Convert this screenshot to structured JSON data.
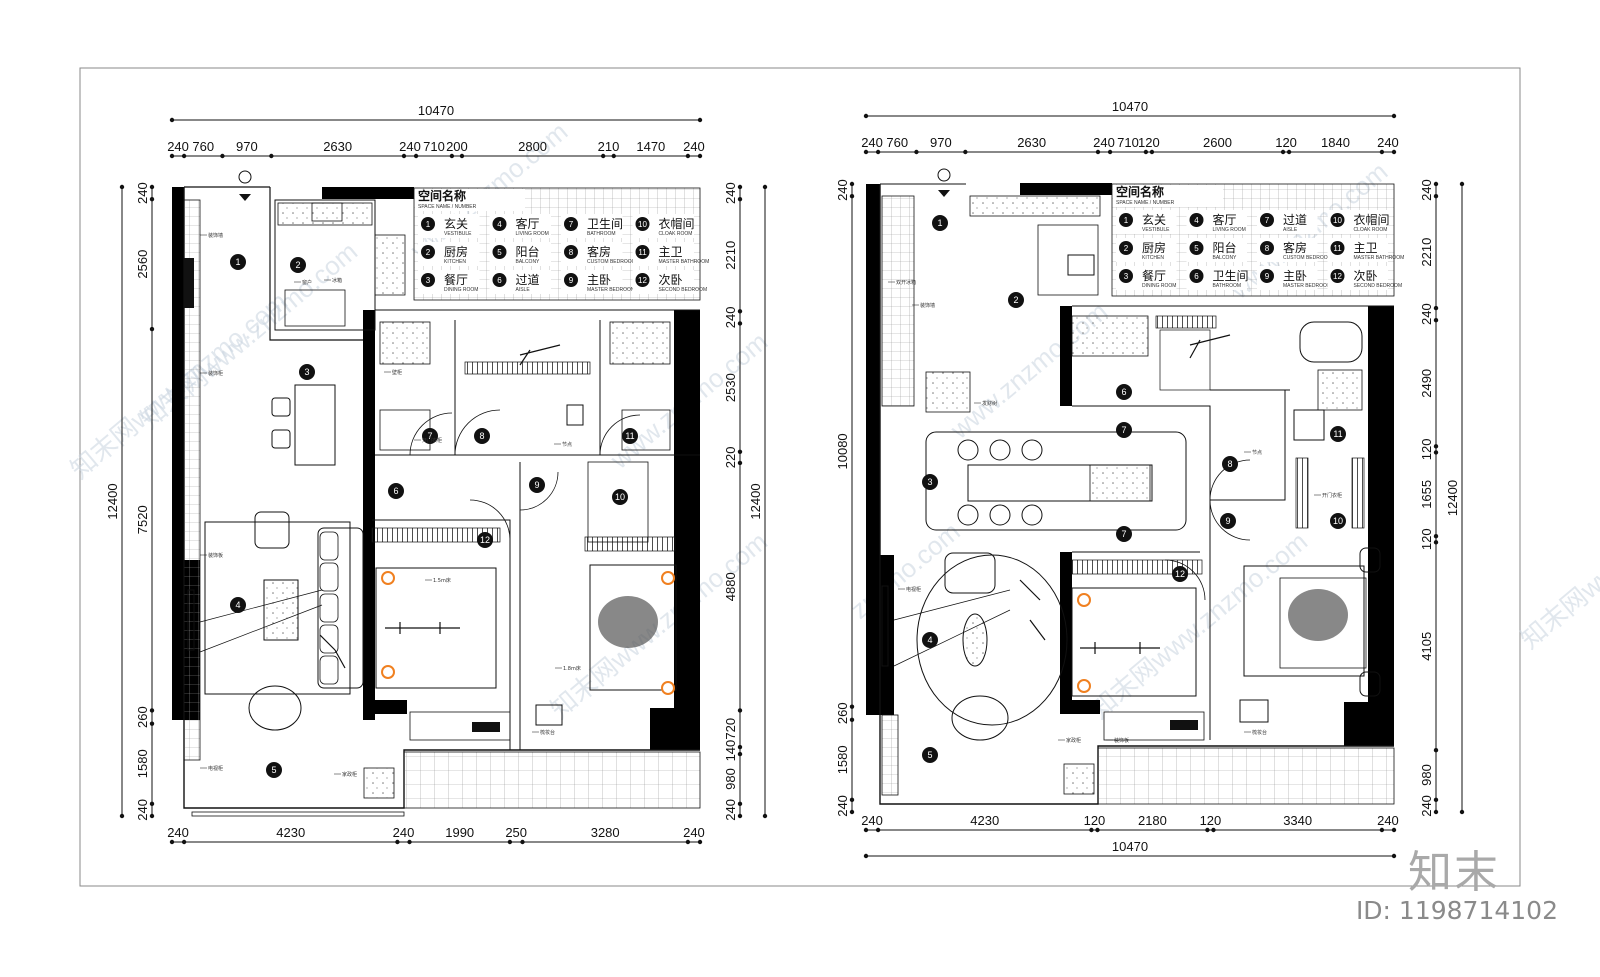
{
  "watermark": {
    "site": "www.znzmo.com",
    "site_short": "znzmo.com",
    "site_mark": "知末网www.znzmo.com",
    "brand": "知末",
    "id_label": "ID: 1198714102"
  },
  "plan_left": {
    "dims_top_total": "10470",
    "dims_top": [
      "240",
      "760",
      "970",
      "2630",
      "240",
      "710",
      "200",
      "2800",
      "210",
      "1470",
      "240"
    ],
    "dims_bottom": [
      "240",
      "4230",
      "240",
      "1990",
      "250",
      "3280",
      "240"
    ],
    "dims_left_total": "12400",
    "dims_left": [
      "240",
      "2560",
      "7520",
      "260",
      "1580",
      "240"
    ],
    "dims_right_total": "12400",
    "dims_right": [
      "240",
      "2210",
      "240",
      "2530",
      "220",
      "4880",
      "720",
      "140",
      "980",
      "240"
    ],
    "legend": {
      "title": "空间名称",
      "subtitle": "SPACE NAME / NUMBER",
      "items": [
        {
          "no": "1",
          "cn": "玄关",
          "en": "VESTIBULE"
        },
        {
          "no": "2",
          "cn": "厨房",
          "en": "KITCHEN"
        },
        {
          "no": "3",
          "cn": "餐厅",
          "en": "DINING ROOM"
        },
        {
          "no": "4",
          "cn": "客厅",
          "en": "LIVING ROOM"
        },
        {
          "no": "5",
          "cn": "阳台",
          "en": "BALCONY"
        },
        {
          "no": "6",
          "cn": "过道",
          "en": "AISLE"
        },
        {
          "no": "7",
          "cn": "卫生间",
          "en": "BATHROOM"
        },
        {
          "no": "8",
          "cn": "客房",
          "en": "CUSTOM BEDROOM"
        },
        {
          "no": "9",
          "cn": "主卧",
          "en": "MASTER BEDROOM"
        },
        {
          "no": "10",
          "cn": "衣帽间",
          "en": "CLOAK ROOM"
        },
        {
          "no": "11",
          "cn": "主卫",
          "en": "MASTER BATHROOM"
        },
        {
          "no": "12",
          "cn": "次卧",
          "en": "SECOND BEDROOM"
        }
      ]
    },
    "notes": [
      "装饰墙",
      "装饰柜",
      "装饰板",
      "电视柜",
      "开门衣柜",
      "节点",
      "1.5m床",
      "1.8m床",
      "梳妆台",
      "窗户",
      "家政柜",
      "冰箱",
      "壁柜"
    ],
    "markers": [
      {
        "no": "1"
      },
      {
        "no": "2"
      },
      {
        "no": "3"
      },
      {
        "no": "4"
      },
      {
        "no": "5"
      },
      {
        "no": "6"
      },
      {
        "no": "7"
      },
      {
        "no": "8"
      },
      {
        "no": "9"
      },
      {
        "no": "10"
      },
      {
        "no": "11"
      },
      {
        "no": "12"
      }
    ]
  },
  "plan_right": {
    "dims_top_total": "10470",
    "dims_top": [
      "240",
      "760",
      "970",
      "2630",
      "240",
      "710",
      "120",
      "2600",
      "120",
      "1840",
      "240"
    ],
    "dims_bottom": [
      "240",
      "4230",
      "120",
      "2180",
      "120",
      "3340",
      "240"
    ],
    "dims_bottom_total": "10470",
    "dims_left": [
      "240",
      "10080",
      "260",
      "1580",
      "240"
    ],
    "dims_right_total": "12400",
    "dims_right": [
      "240",
      "2210",
      "240",
      "2490",
      "120",
      "1655",
      "120",
      "4105",
      "980",
      "240"
    ],
    "legend": {
      "title": "空间名称",
      "subtitle": "SPACE NAME / NUMBER",
      "items": [
        {
          "no": "1",
          "cn": "玄关",
          "en": "VESTIBULE"
        },
        {
          "no": "2",
          "cn": "厨房",
          "en": "KITCHEN"
        },
        {
          "no": "3",
          "cn": "餐厅",
          "en": "DINING ROOM"
        },
        {
          "no": "4",
          "cn": "客厅",
          "en": "LIVING ROOM"
        },
        {
          "no": "5",
          "cn": "阳台",
          "en": "BALCONY"
        },
        {
          "no": "6",
          "cn": "卫生间",
          "en": "BATHROOM"
        },
        {
          "no": "7",
          "cn": "过道",
          "en": "AISLE"
        },
        {
          "no": "8",
          "cn": "客房",
          "en": "CUSTOM BEDROOM"
        },
        {
          "no": "9",
          "cn": "主卧",
          "en": "MASTER BEDROOM"
        },
        {
          "no": "10",
          "cn": "衣帽间",
          "en": "CLOAK ROOM"
        },
        {
          "no": "11",
          "cn": "主卫",
          "en": "MASTER BATHROOM"
        },
        {
          "no": "12",
          "cn": "次卧",
          "en": "SECOND BEDROOM"
        }
      ]
    },
    "notes": [
      "双开冰箱",
      "装饰墙",
      "电视柜",
      "家政柜",
      "发财树",
      "装饰板",
      "开门衣柜",
      "节点",
      "梳妆台"
    ],
    "markers": [
      {
        "no": "1"
      },
      {
        "no": "2"
      },
      {
        "no": "3"
      },
      {
        "no": "4"
      },
      {
        "no": "5"
      },
      {
        "no": "6"
      },
      {
        "no": "7"
      },
      {
        "no": "7"
      },
      {
        "no": "8"
      },
      {
        "no": "9"
      },
      {
        "no": "10"
      },
      {
        "no": "11"
      },
      {
        "no": "12"
      }
    ]
  },
  "colors": {
    "line": "#111111",
    "wall": "#000000",
    "hatch": "#9a9a9a",
    "frame": "#888888"
  }
}
